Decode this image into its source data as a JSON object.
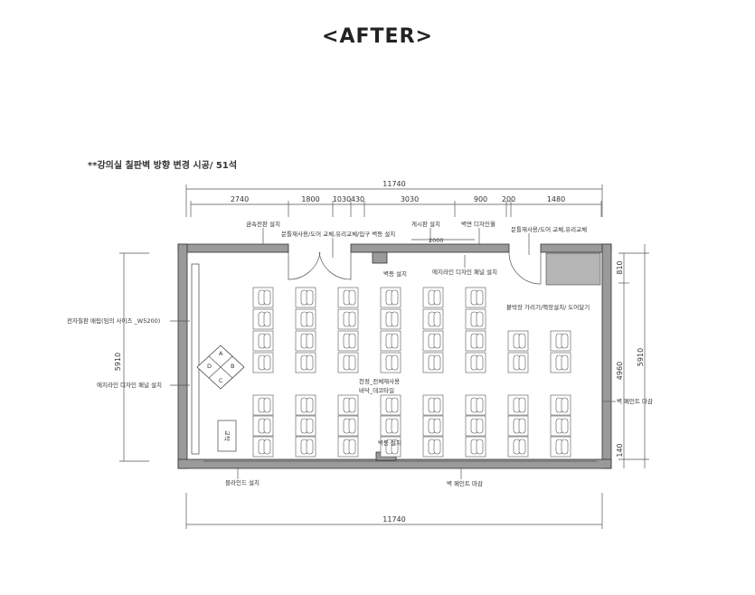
{
  "title": "<AFTER>",
  "subtitle": "**강의실 칠판벽 방향 변경 시공/ 51석",
  "dimensions": {
    "top_total": "11740",
    "top_segments": [
      "2740",
      "1800",
      "1030",
      "430",
      "3030",
      "900",
      "200",
      "1480"
    ],
    "bottom_total": "11740",
    "left_height": "5910",
    "right_segments": [
      "810",
      "4960",
      "140"
    ],
    "right_total": "5910",
    "board_width": "2000"
  },
  "labels": {
    "metal_panel": "금속전판 설치",
    "door_left": "문틀재사용/도어 교체,유리교체/입구 벽등 설치",
    "notice_board": "게시판 설치",
    "design_wall": "벽면 디자인월",
    "door_right": "문틀재사용/도어 교체,유리교체",
    "wall_light_top": "벽등 설치",
    "edge_panel_top": "에지라인 디자인 패널 설치",
    "closet": "붙박장 가리기/책장설치/ 도어달기",
    "e_board": "전자칠판 매립(임의 사이즈 _W5200)",
    "edge_panel_left": "에지라인 디자인 패널 설치",
    "ceiling": "천정_전체재사용",
    "floor": "바닥_데코타일",
    "wall_light_bottom": "벽등 설치",
    "blind": "블라인드 설치",
    "paint_bottom": "벽 페인트 마감",
    "paint_right": "벽 페인트 마감",
    "lectern": "교탁",
    "diamond": [
      "A",
      "B",
      "C",
      "D"
    ]
  },
  "seating": {
    "front_block_rows": 4,
    "front_block_columns": 6,
    "front_short_columns": 2,
    "front_short_rows": 2,
    "back_block_rows": 3,
    "back_block_columns": 8
  },
  "colors": {
    "wall": "#9a9a9a",
    "line": "#555555"
  }
}
